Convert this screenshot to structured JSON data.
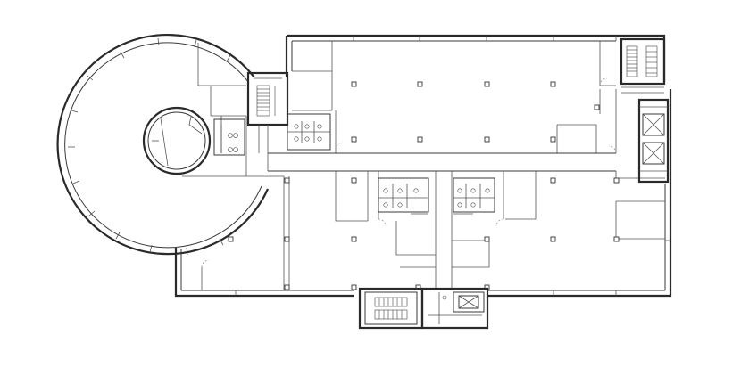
{
  "plan": {
    "type": "floor-plan",
    "colors": {
      "background": "#ffffff",
      "line": "#2a2a2a"
    },
    "elements": [
      "circular-wing",
      "inner-circular-core",
      "main-hall",
      "central-corridor",
      "west-restrooms",
      "central-restrooms",
      "west-stair",
      "east-stair",
      "south-stair",
      "east-elevators",
      "south-elevator"
    ]
  }
}
